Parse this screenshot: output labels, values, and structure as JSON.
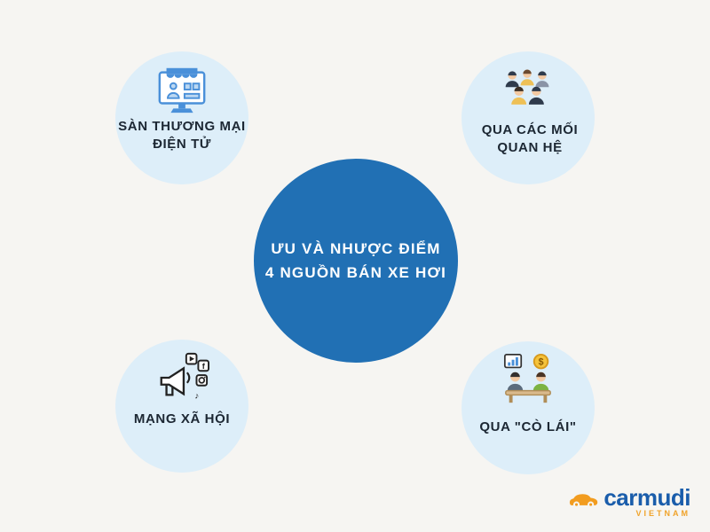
{
  "title": "Ưu và nhược điểm 4 nguồn bán xe hơi - infographic",
  "colors": {
    "background": "#f6f5f2",
    "center_circle": "#2170b4",
    "satellite_circle": "#ddeef9",
    "center_text": "#ffffff",
    "label_text": "#1c2733",
    "brand_blue": "#1a5dab",
    "brand_orange": "#f0a32a"
  },
  "center": {
    "line1": "ƯU VÀ NHƯỢC ĐIỂM",
    "line2": "4 NGUỒN BÁN XE HƠI"
  },
  "nodes": {
    "ecommerce": {
      "line1": "SÀN THƯƠNG MẠI",
      "line2": "ĐIỆN TỬ",
      "icon": "storefront-monitor-icon"
    },
    "relationships": {
      "line1": "QUA CÁC MỐI",
      "line2": "QUAN HỆ",
      "icon": "people-group-icon"
    },
    "social": {
      "line1": "MẠNG XÃ HỘI",
      "line2": "",
      "icon": "megaphone-social-media-icon"
    },
    "broker": {
      "line1": "QUA \"CÒ LÁI\"",
      "line2": "",
      "icon": "negotiation-money-icon"
    }
  },
  "logo": {
    "brand": "carmudi",
    "country": "VIETNAM"
  }
}
